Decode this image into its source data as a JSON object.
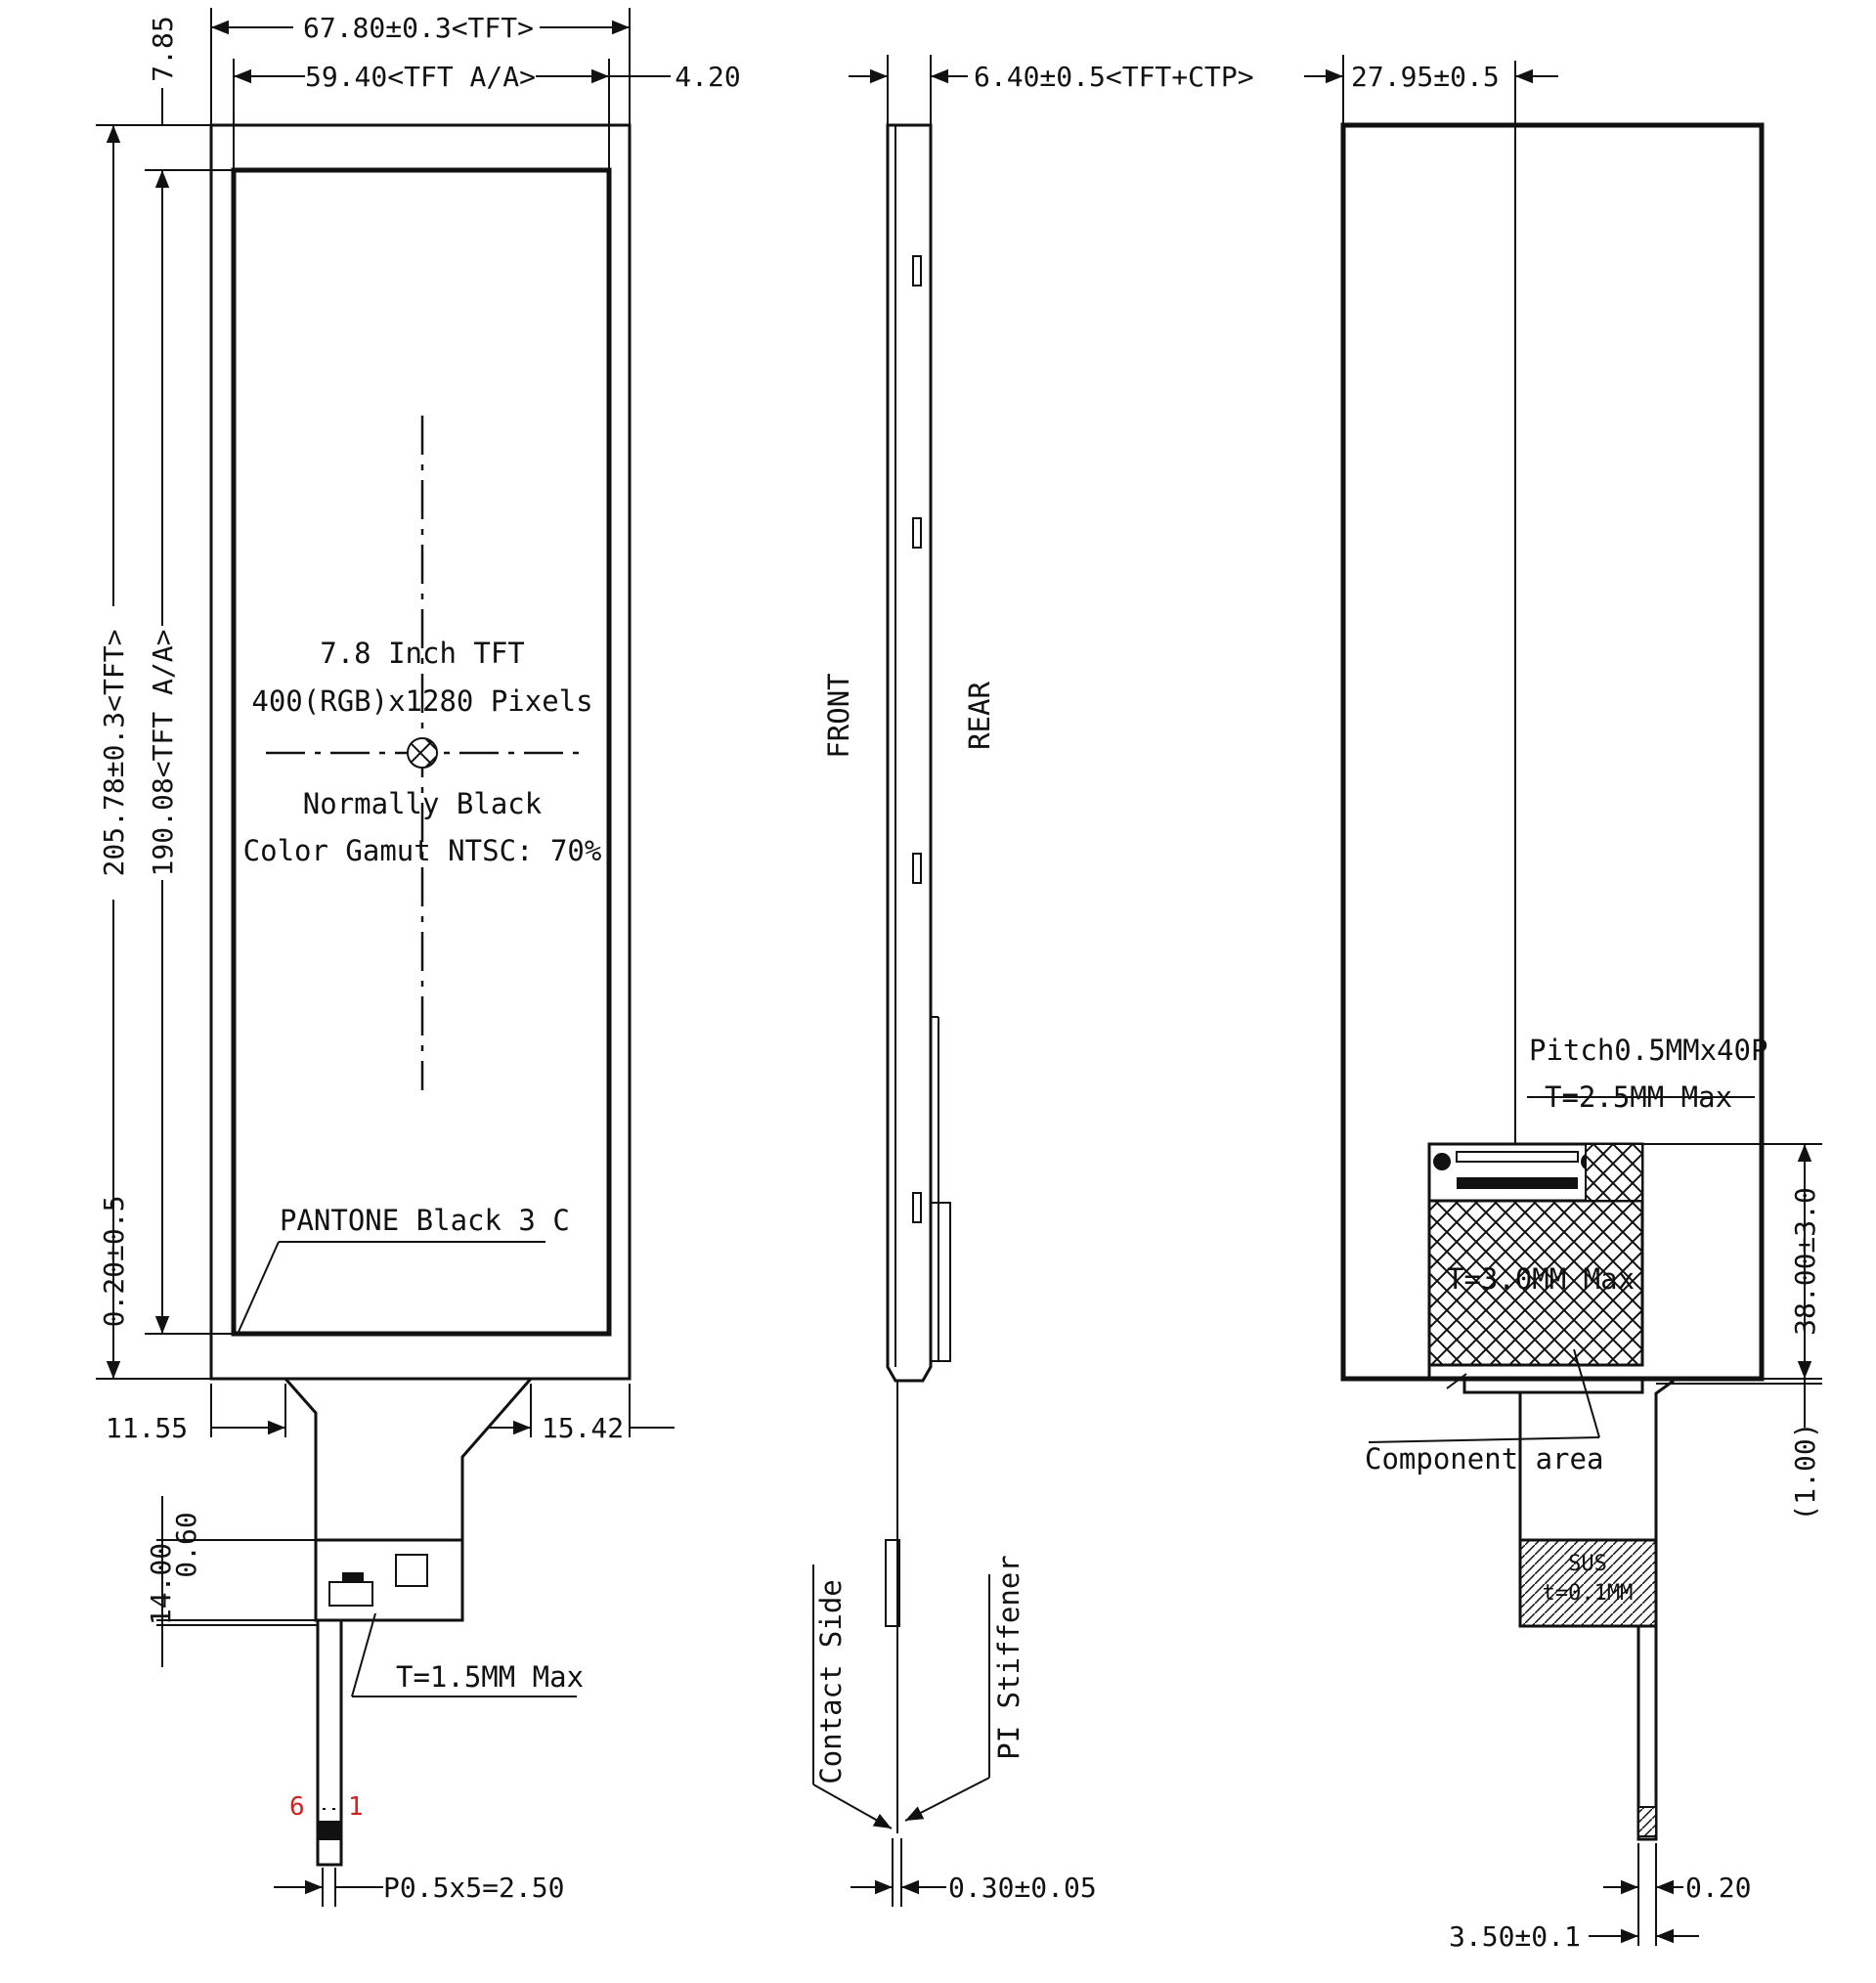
{
  "front_view": {
    "dim_width_tft": "67.80±0.3<TFT>",
    "dim_width_aa": "59.40<TFT A/A>",
    "dim_right_offset": "4.20",
    "dim_top_offset": "7.85",
    "dim_height_tft": "205.78±0.3<TFT>",
    "dim_height_aa": "190.08<TFT A/A>",
    "dim_bottom_offset": "0.20±0.5",
    "dim_fpc_left": "11.55",
    "dim_fpc_right": "15.42",
    "dim_connector_a": "14.00",
    "dim_connector_b": "0.60",
    "dim_pitch": "P0.5x5=2.50",
    "spec_size": "7.8 Inch TFT",
    "spec_resolution": "400(RGB)x1280 Pixels",
    "spec_mode": "Normally Black",
    "spec_gamut": "Color Gamut NTSC: 70%",
    "pantone_label": "PANTONE Black 3 C",
    "thickness_label": "T=1.5MM Max",
    "pin_left": "6",
    "pin_right": "1"
  },
  "side_view": {
    "dim_thickness": "6.40±0.5<TFT+CTP>",
    "label_front": "FRONT",
    "label_rear": "REAR",
    "label_contact": "Contact Side",
    "label_stiffener": "PI Stiffener",
    "dim_fpc_thickness": "0.30±0.05"
  },
  "rear_view": {
    "dim_offset": "27.95±0.5",
    "pitch_label": "Pitch0.5MMx40P",
    "connector_thickness": "T=2.5MM Max",
    "component_thickness": "T=3.0MM Max",
    "component_label": "Component area",
    "dim_connector_height": "38.00±3.0",
    "dim_gap": "(1.00)",
    "sus_label": "SUS",
    "sus_thickness": "t=0.1MM",
    "dim_tail": "0.20",
    "dim_tail_width": "3.50±0.1"
  }
}
